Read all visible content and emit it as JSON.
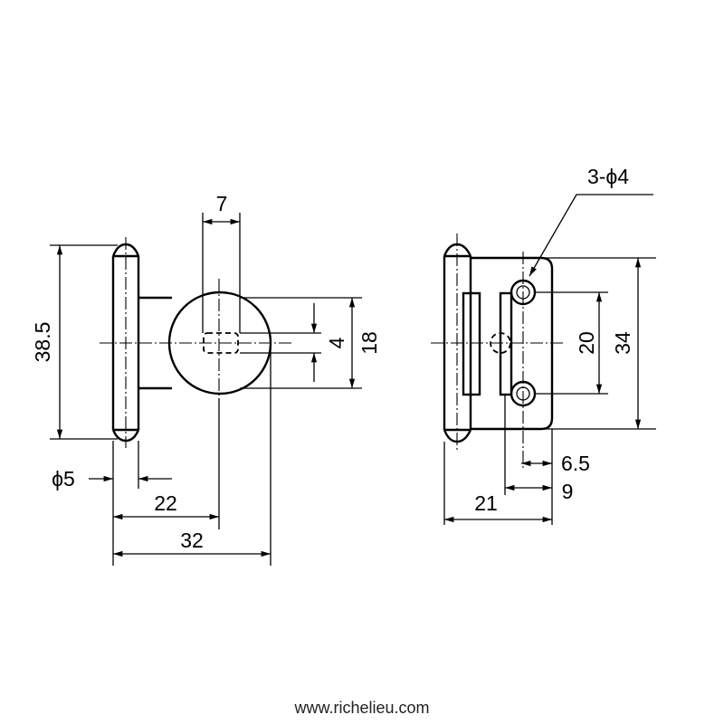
{
  "side_view": {
    "dim_slot_width": "7",
    "dim_slot_height": "4",
    "dim_plate_height": "18",
    "dim_pin_length": "38.5",
    "dim_pin_diameter": "ϕ5",
    "dim_center_offset": "22",
    "dim_overall_width": "32"
  },
  "front_view": {
    "dim_holes": "3-ϕ4",
    "dim_hole_spacing": "20",
    "dim_plate_height": "34",
    "dim_hole_edge": "6.5",
    "dim_leaf_edge": "9",
    "dim_overall_width": "21"
  },
  "footer": {
    "url": "www.richelieu.com"
  }
}
